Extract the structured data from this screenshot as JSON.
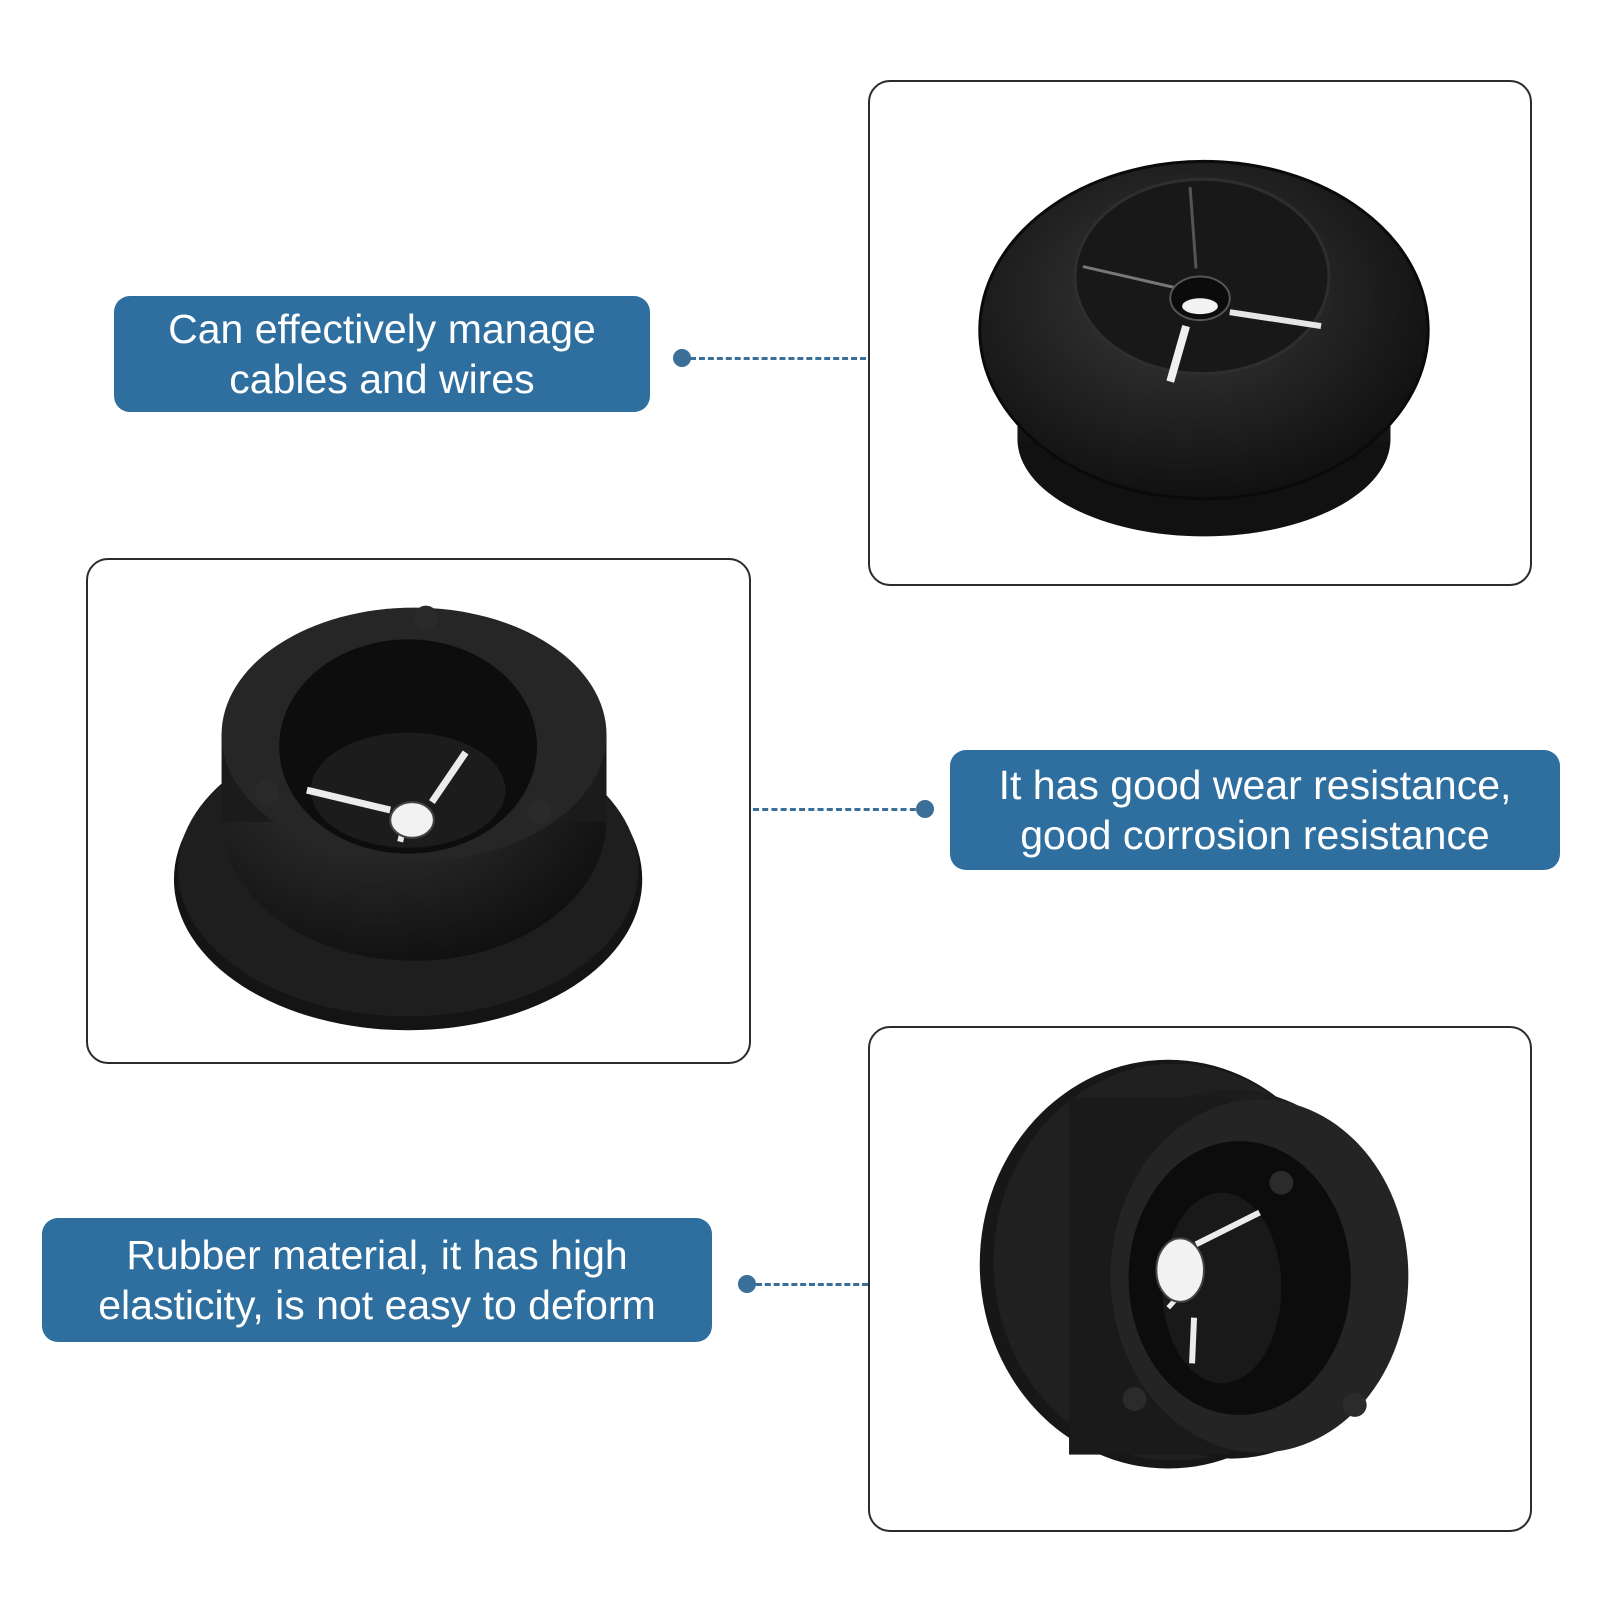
{
  "colors": {
    "label_background": "#2f6f9f",
    "label_text": "#ffffff",
    "connector": "#3a6f99",
    "frame_border": "#2b2b2b",
    "rubber": "#1c1c1c"
  },
  "features": [
    {
      "lines": [
        "Can effectively manage",
        "cables and wires"
      ],
      "image_icon": "grommet-top-view-icon"
    },
    {
      "lines": [
        "It has good wear resistance,",
        "good corrosion resistance"
      ],
      "image_icon": "grommet-angled-view-icon"
    },
    {
      "lines": [
        "Rubber material,  it has high",
        "elasticity, is not easy to deform"
      ],
      "image_icon": "grommet-side-view-icon"
    }
  ]
}
